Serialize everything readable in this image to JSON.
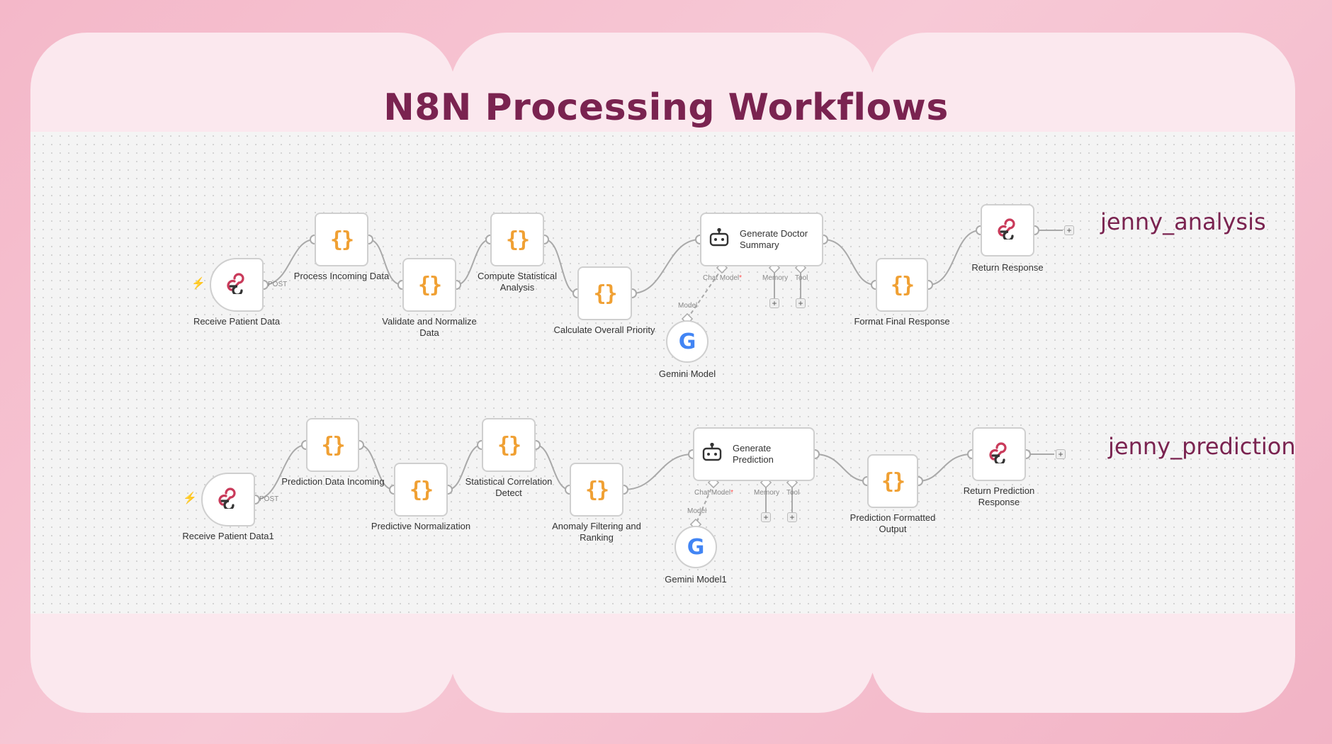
{
  "page_title": "N8N Processing Workflows",
  "workflows": [
    {
      "name": "jenny_analysis",
      "nodes": [
        {
          "label": "Receive Patient Data"
        },
        {
          "label": "Process Incoming Data"
        },
        {
          "label": "Validate and Normalize\nData"
        },
        {
          "label": "Compute Statistical\nAnalysis"
        },
        {
          "label": "Calculate Overall Priority"
        },
        {
          "label": "Generate Doctor\nSummary"
        },
        {
          "label": "Gemini Model"
        },
        {
          "label": "Format Final Response"
        },
        {
          "label": "Return Response"
        }
      ],
      "post_label": "POST",
      "ports": {
        "chat_model": "Chat Model",
        "memory": "Memory",
        "tool": "Tool",
        "model": "Model",
        "required_mark": "*"
      }
    },
    {
      "name": "jenny_prediction",
      "nodes": [
        {
          "label": "Receive Patient Data1"
        },
        {
          "label": "Prediction Data Incoming"
        },
        {
          "label": "Predictive Normalization"
        },
        {
          "label": "Statistical Correlation\nDetect"
        },
        {
          "label": "Anomaly Filtering and\nRanking"
        },
        {
          "label": "Generate\nPrediction"
        },
        {
          "label": "Gemini Model1"
        },
        {
          "label": "Prediction Formatted\nOutput"
        },
        {
          "label": "Return Prediction\nResponse"
        }
      ],
      "post_label": "POST",
      "ports": {
        "chat_model": "Chat Model",
        "memory": "Memory",
        "tool": "Tool",
        "model": "Model",
        "required_mark": "*"
      }
    }
  ],
  "icons": {
    "code": "{}",
    "google": "G",
    "plus": "+",
    "bolt": "⚡"
  },
  "colors": {
    "accent": "#7a2350",
    "code_icon": "#f0a033",
    "trigger_bolt": "#ff6d5a",
    "background_pink": "#f4b8c9"
  }
}
